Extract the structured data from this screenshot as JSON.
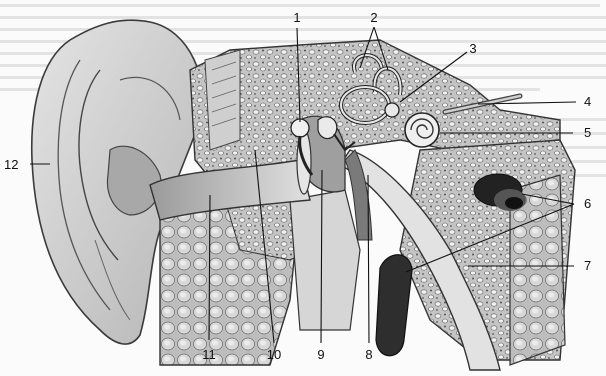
{
  "figure": {
    "labels": [
      "1",
      "2",
      "3",
      "4",
      "5",
      "6",
      "7",
      "8",
      "9",
      "10",
      "11",
      "12"
    ]
  },
  "colors": {
    "bone": "#b9b9b9",
    "skin": "#d9d9d9",
    "line": "#3a3a3a",
    "dark": "#2a2a2a"
  }
}
